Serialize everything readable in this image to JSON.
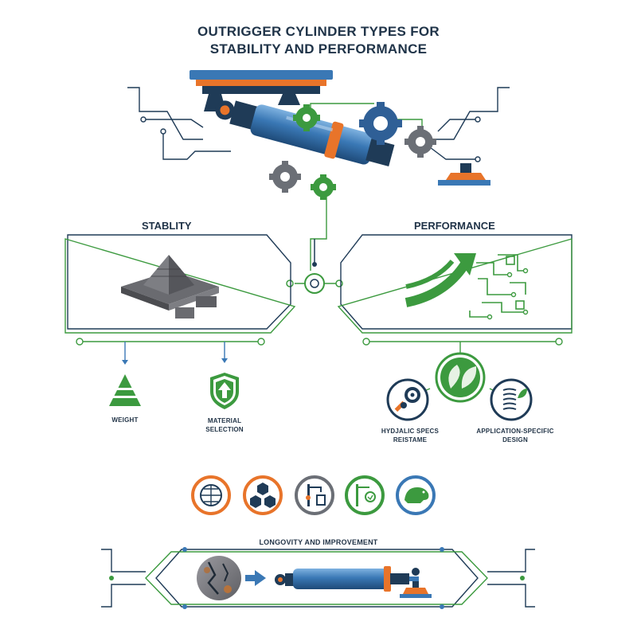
{
  "title": {
    "line1": "OUTRIGGER CYLINDER TYPES FOR",
    "line2": "STABILITY AND PERFORMANCE"
  },
  "stability": {
    "label": "STABLITY",
    "items": [
      {
        "label": "WEIGHT",
        "icon": "pyramid-icon"
      },
      {
        "label_line1": "MATERIAL",
        "label_line2": "SELECTION",
        "icon": "shield-arrow-icon"
      }
    ]
  },
  "performance": {
    "label": "PERFORMANCE",
    "items": [
      {
        "label_line1": "HYDJALIC SPECS",
        "label_line2": "REISTAME",
        "icon": "wrench-gear-icon"
      },
      {
        "label": "",
        "icon": "leaf-icon"
      },
      {
        "label_line1": "APPLICATION-SPECIFIC",
        "label_line2": "DESIGN",
        "icon": "spring-leaf-icon"
      }
    ]
  },
  "icon_row": [
    "grid-circle-icon",
    "hex-cluster-icon",
    "gauge-valve-icon",
    "crane-gauge-icon",
    "animal-icon"
  ],
  "bottom": {
    "label": "LONGOVITY AND IMPROVEMENT"
  },
  "colors": {
    "navy": "#1f3b57",
    "blue": "#3a78b5",
    "orange": "#e8742a",
    "green": "#3c9a3f",
    "gray": "#8a8f96"
  }
}
